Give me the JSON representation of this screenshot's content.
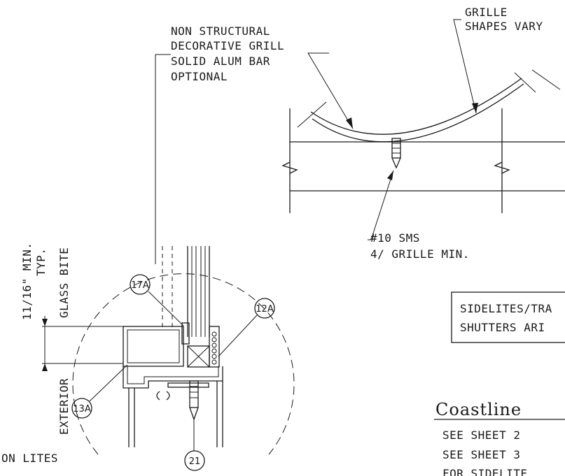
{
  "callouts": {
    "grille": [
      "GRILLE",
      "SHAPES VARY"
    ],
    "grill_note": [
      "NON STRUCTURAL",
      "DECORATIVE GRILL",
      "SOLID ALUM BAR",
      "OPTIONAL"
    ],
    "screw": [
      "#10 SMS",
      "4/ GRILLE MIN."
    ]
  },
  "dimensions": {
    "min_bite": "11/16\" MIN.",
    "typ": "TYP.",
    "glass_bite": "GLASS BITE",
    "exterior": "EXTERIOR"
  },
  "detail_tags": {
    "t17a": "17A",
    "t12a": "12A",
    "t13a": "13A",
    "t21": "21"
  },
  "note_box": [
    "SIDELITES/TRA",
    "SHUTTERS ARI"
  ],
  "company_title": "Coastline",
  "sheet_refs": [
    "SEE  SHEET  2",
    "SEE  SHEET  3",
    "FOR  SIDELITE"
  ],
  "edge_note": "ON  LITES"
}
